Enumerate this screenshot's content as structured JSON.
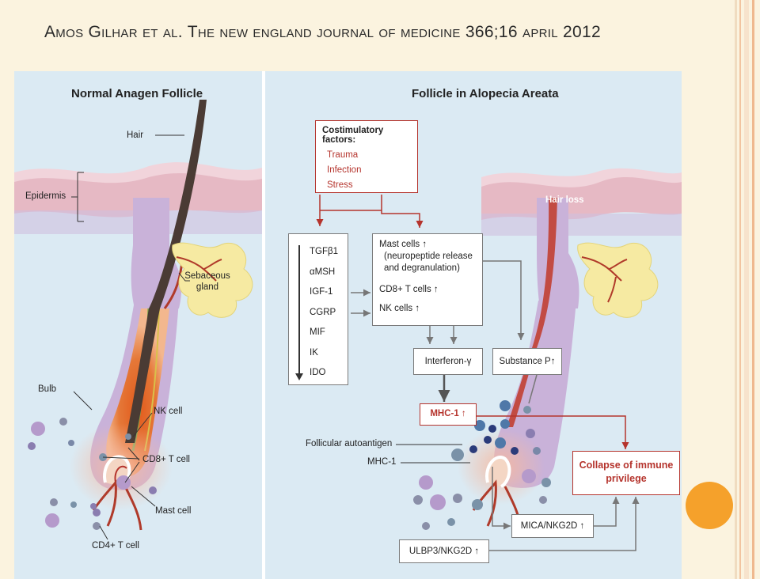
{
  "slide": {
    "title": "Amos Gilhar et al. The new england journal of medicine 366;16 april 2012"
  },
  "colors": {
    "accent_orange": "#f5a12b",
    "figure_bg": "#dbeaf3",
    "follicle_purple": "#c9b2d9",
    "skin_pink": "#e6b9c4",
    "gland_yellow": "#f6eaa2",
    "red_outline": "#b5342d"
  },
  "left_panel": {
    "title": "Normal Anagen Follicle",
    "labels": {
      "hair": "Hair",
      "epidermis": "Epidermis",
      "sebaceous_gland": "Sebaceous gland",
      "bulb": "Bulb",
      "nk_cell": "NK cell",
      "cd8_t_cell": "CD8+ T cell",
      "mast_cell": "Mast cell",
      "cd4_t_cell": "CD4+ T cell"
    }
  },
  "right_panel": {
    "title": "Follicle in Alopecia Areata",
    "costimulatory": {
      "heading": "Costimulatory factors:",
      "items": [
        "Trauma",
        "Infection",
        "Stress"
      ]
    },
    "immune_privilege_factors": [
      "TGFβ1",
      "αMSH",
      "IGF-1",
      "CGRP",
      "MIF",
      "IK",
      "IDO"
    ],
    "cells_box": {
      "mast_cells": "Mast cells ↑",
      "mast_detail_1": "(neuropeptide release",
      "mast_detail_2": "and degranulation)",
      "cd8": "CD8+ T cells ↑",
      "nk": "NK cells ↑"
    },
    "interferon": "Interferon-γ",
    "substance_p": "Substance P↑",
    "hair_loss": "Hair loss",
    "mhc1_up": "MHC-1 ↑",
    "follicular_autoantigen": "Follicular autoantigen",
    "mhc1": "MHC-1",
    "collapse_line1": "Collapse of immune",
    "collapse_line2": "privilege",
    "mica": "MICA/NKG2D ↑",
    "ulbp3": "ULBP3/NKG2D ↑"
  }
}
